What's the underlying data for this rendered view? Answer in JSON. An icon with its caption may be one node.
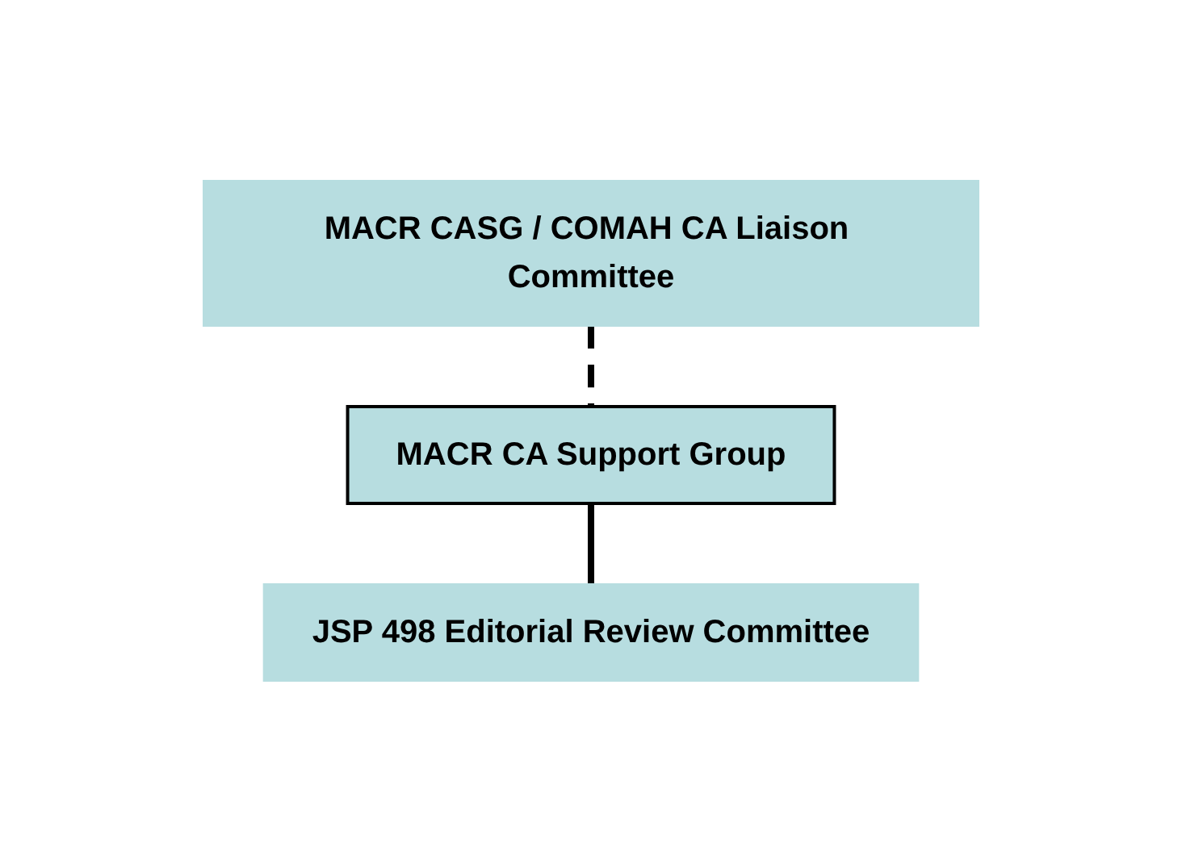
{
  "diagram": {
    "nodes": [
      {
        "text": [
          "MACR CA Support Group"
        ]
      },
      {
        "text": [
          "MACR CASG / COMAH CA Liaison Committee"
        ]
      },
      {
        "text": [
          "JSP 498 Editorial Review Committee"
        ]
      }
    ],
    "edges": [
      {
        "from": 0,
        "to": 2,
        "arrow": "none"
      },
      {
        "from": 1,
        "to": 0,
        "arrow": "none",
        "style": "dashed"
      }
    ]
  }
}
